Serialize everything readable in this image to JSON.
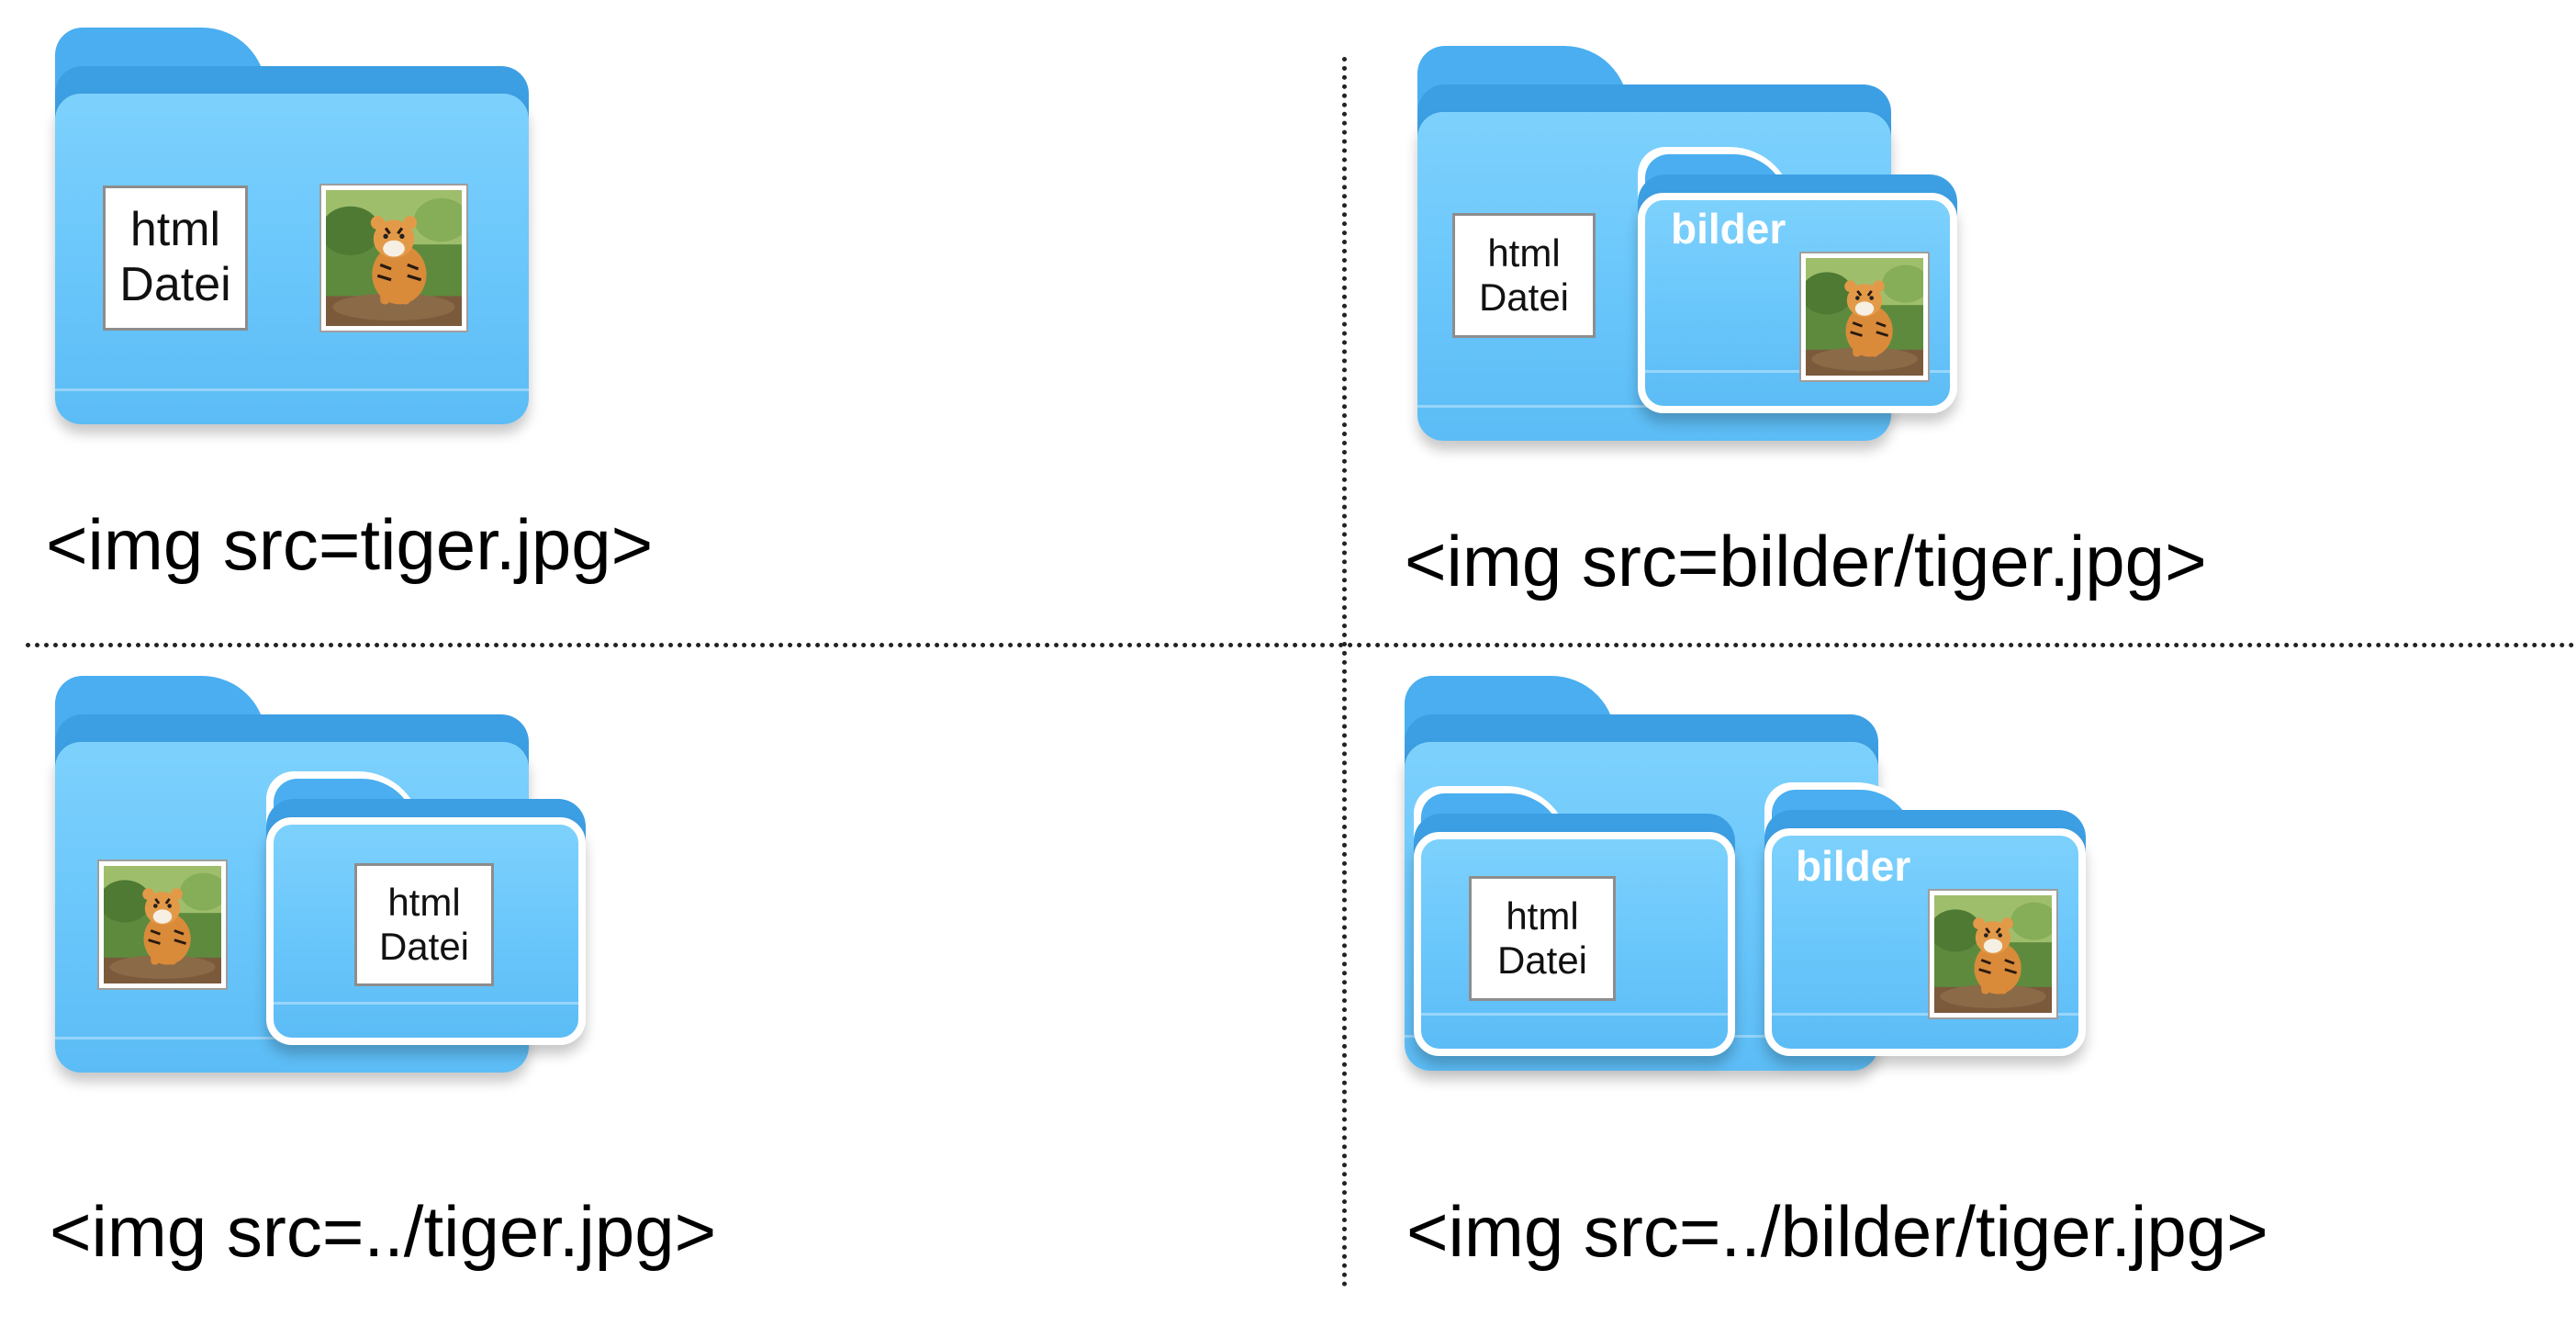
{
  "file_label": {
    "line1": "html",
    "line2": "Datei"
  },
  "folder_label": "bilder",
  "panels": {
    "top_left": {
      "code": "<img src=tiger.jpg>"
    },
    "top_right": {
      "code": "<img src=bilder/tiger.jpg>"
    },
    "bottom_left": {
      "code": "<img src=../tiger.jpg>"
    },
    "bottom_right": {
      "code": "<img src=../bilder/tiger.jpg>"
    }
  },
  "colors": {
    "folder_front": "#6ec9fb",
    "folder_back": "#3d9fe3",
    "outline": "#ffffff",
    "divider": "#222222"
  },
  "icons": {
    "folder": "folder-icon",
    "html_file": "html-file-icon",
    "image_file": "tiger-photo-icon"
  }
}
